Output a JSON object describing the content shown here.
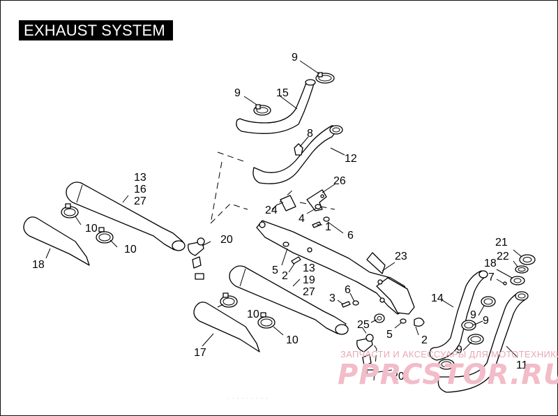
{
  "title": "EXHAUST SYSTEM",
  "watermark": {
    "text_small": "ЗАПЧАСТИ И АКСЕССУАРЫ ДЛЯ МОТОТЕХНИКИ",
    "text_big": "PPRCSTOR.RU"
  },
  "footer_note": "· · · · · · · · ·",
  "callouts": [
    "1",
    "2",
    "2",
    "3",
    "4",
    "5",
    "5",
    "6",
    "6",
    "7",
    "8",
    "9",
    "9",
    "9",
    "9",
    "9",
    "10",
    "10",
    "10",
    "10",
    "11",
    "12",
    "13",
    "13",
    "14",
    "15",
    "16",
    "17",
    "18",
    "18",
    "19",
    "20",
    "20",
    "21",
    "22",
    "23",
    "24",
    "25",
    "26",
    "27",
    "27"
  ]
}
